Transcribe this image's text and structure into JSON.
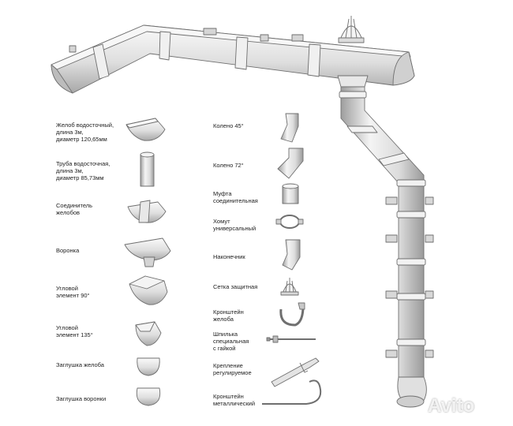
{
  "colors": {
    "pipe_fill": "#e6e6e6",
    "pipe_stroke": "#6f6f6f",
    "shade": "#c4c4c4",
    "text": "#222222"
  },
  "left_parts": [
    {
      "label": "Желоб водосточный,\nдлина 3м,\nдиаметр 120,65мм",
      "icon": "gutter-icon"
    },
    {
      "label": "Труба водосточная,\nдлина 3м,\nдиаметр 85,73мм",
      "icon": "pipe-icon"
    },
    {
      "label": "Соединитель\nжелобов",
      "icon": "gutter-connector-icon"
    },
    {
      "label": "Воронка",
      "icon": "funnel-icon"
    },
    {
      "label": "Угловой\nэлемент 90°",
      "icon": "corner-90-icon"
    },
    {
      "label": "Угловой\nэлемент 135°",
      "icon": "corner-135-icon"
    },
    {
      "label": "Заглушка желоба",
      "icon": "gutter-cap-icon"
    },
    {
      "label": "Заглушка воронки",
      "icon": "funnel-cap-icon"
    }
  ],
  "right_parts": [
    {
      "label": "Колено 45°",
      "icon": "elbow-45-icon"
    },
    {
      "label": "Колено 72°",
      "icon": "elbow-72-icon"
    },
    {
      "label": "Муфта\nсоединительная",
      "icon": "coupling-icon"
    },
    {
      "label": "Хомут\nуниверсальный",
      "icon": "clamp-icon"
    },
    {
      "label": "Наконечник",
      "icon": "outlet-icon"
    },
    {
      "label": "Сетка защитная",
      "icon": "protective-grid-icon"
    },
    {
      "label": "Кронштейн\nжелоба",
      "icon": "gutter-bracket-icon"
    },
    {
      "label": "Шпилька\nспециальная\nс гайкой",
      "icon": "stud-bolt-icon"
    },
    {
      "label": "Крепление\nрегулируемое",
      "icon": "adjustable-mount-icon"
    },
    {
      "label": "Кронштейн\nметаллический",
      "icon": "metal-bracket-icon"
    }
  ],
  "watermark": "Avito"
}
